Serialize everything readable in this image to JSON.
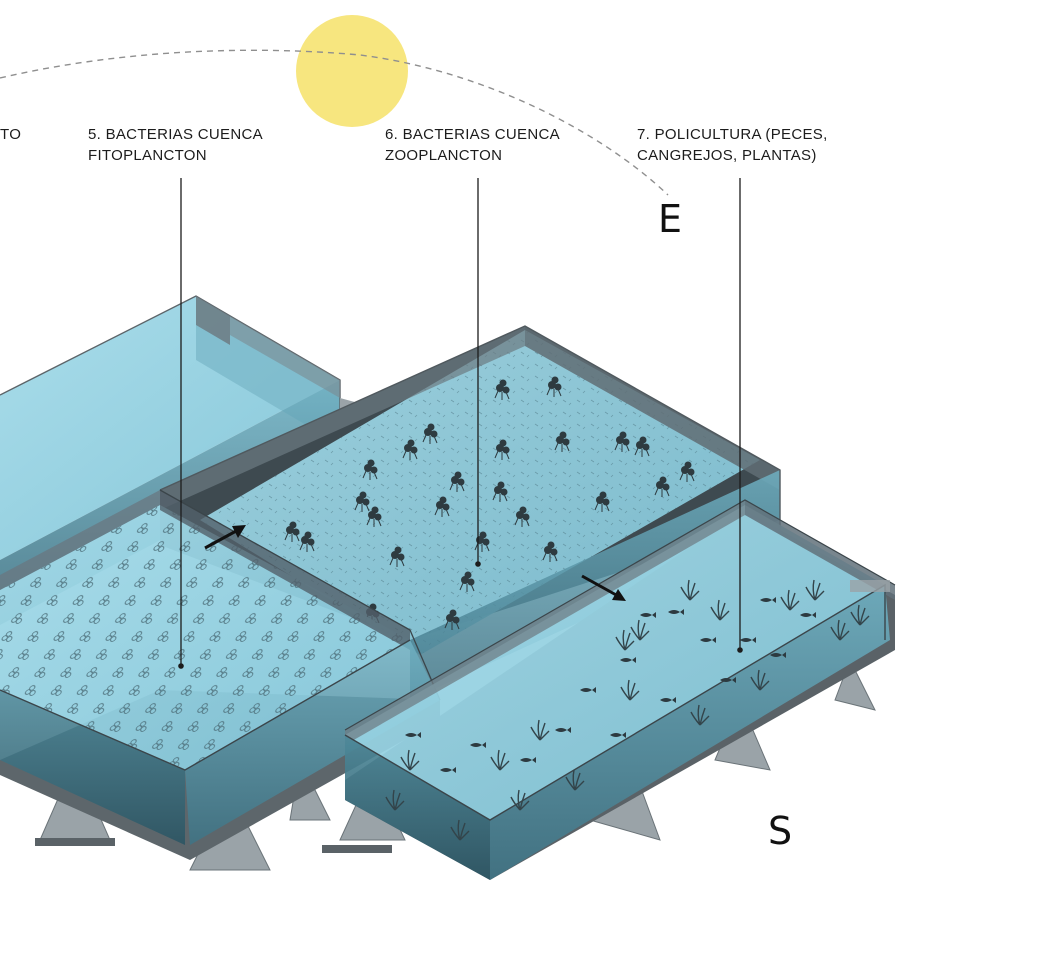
{
  "labels": {
    "partial": "TO",
    "bacterias_fito": {
      "line1": "5. BACTERIAS CUENCA",
      "line2": "FITOPLANCTON"
    },
    "bacterias_zoo": {
      "line1": "6. BACTERIAS CUENCA",
      "line2": "ZOOPLANCTON"
    },
    "policultura": {
      "line1": "7. POLICULTURA (PECES,",
      "line2": "CANGREJOS, PLANTAS)"
    }
  },
  "compass": {
    "east": "E",
    "south": "S"
  },
  "colors": {
    "sun": "#f7e67f",
    "water_top": "#8fcfe0",
    "water_side": "#5f9fb1",
    "water_dark": "#3d6f80",
    "frame": "#6b7378",
    "support": "#9aa3a8",
    "ink": "#1c1c1c"
  },
  "icons": [
    "sun-icon",
    "flow-arrow-icon",
    "fish-icon",
    "plant-icon",
    "plankton-icon",
    "bacteria-icon"
  ]
}
